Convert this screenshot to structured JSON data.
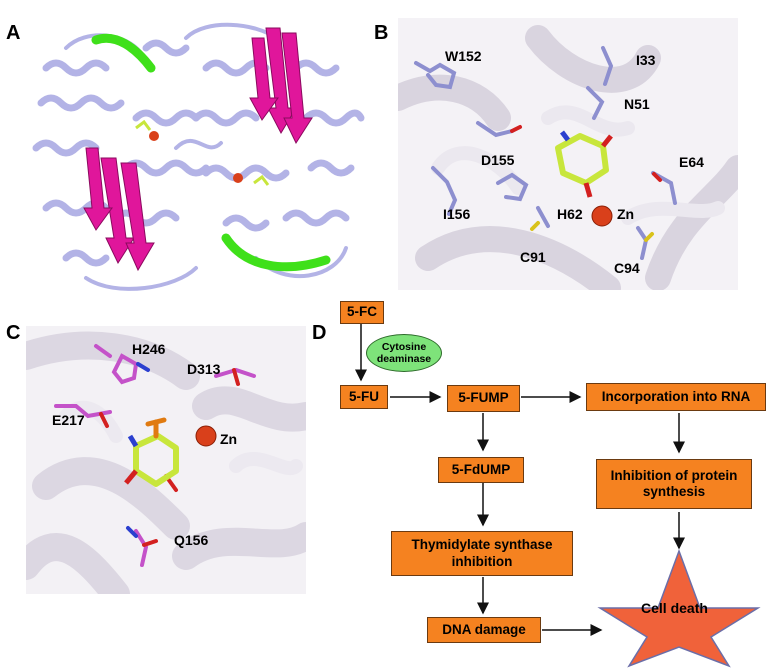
{
  "panels": {
    "A": {
      "letter": "A"
    },
    "B": {
      "letter": "B",
      "residues": [
        "W152",
        "I33",
        "N51",
        "D155",
        "E64",
        "I156",
        "H62",
        "Zn",
        "C91",
        "C94"
      ]
    },
    "C": {
      "letter": "C",
      "residues": [
        "H246",
        "D313",
        "E217",
        "Zn",
        "Q156"
      ]
    },
    "D": {
      "letter": "D",
      "nodes": {
        "fc": "5-FC",
        "enzyme": "Cytosine deaminase",
        "fu": "5-FU",
        "fump": "5-FUMP",
        "rna": "Incorporation into RNA",
        "fdump": "5-FdUMP",
        "protein": "Inhibition of protein synthesis",
        "ts": "Thymidylate synthase inhibition",
        "dna": "DNA damage",
        "death": "Cell death"
      }
    }
  },
  "colors": {
    "helix": "#b3b3e6",
    "sheet": "#e0169b",
    "loop_green": "#3fe01a",
    "ribbon_bg": "#e8e4ec",
    "ligand_yellow": "#c8e63c",
    "zinc": "#d9401b",
    "box_orange": "#f58220",
    "enzyme_green": "#7ee37a",
    "star": "#f0623a"
  }
}
